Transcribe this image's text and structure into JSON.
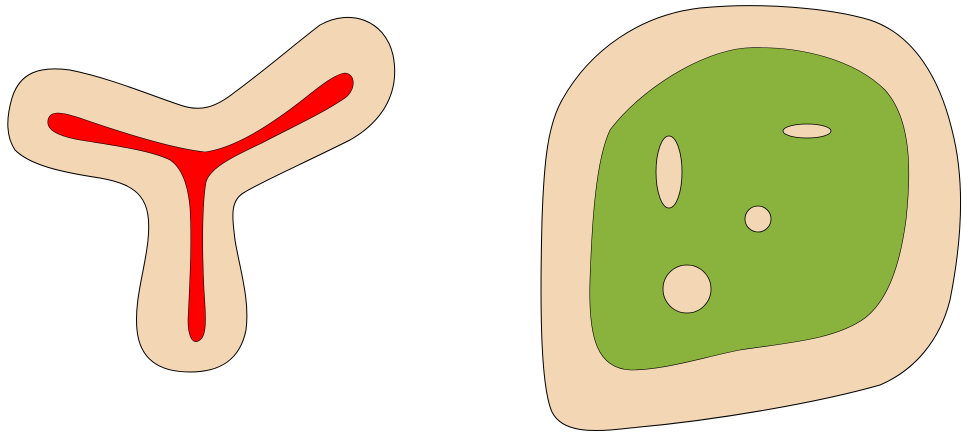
{
  "diagram": {
    "background": "#ffffff",
    "outline_color": "#000000",
    "shapes": [
      {
        "name": "y-shaped-region",
        "outer_fill": "#f3d6b4",
        "inner_fill": "#ff0000"
      },
      {
        "name": "rounded-region",
        "outer_fill": "#f3d6b4",
        "inner_fill": "#8ab33d",
        "hole_fill": "#f3d6b4",
        "hole_count": 4
      }
    ]
  }
}
